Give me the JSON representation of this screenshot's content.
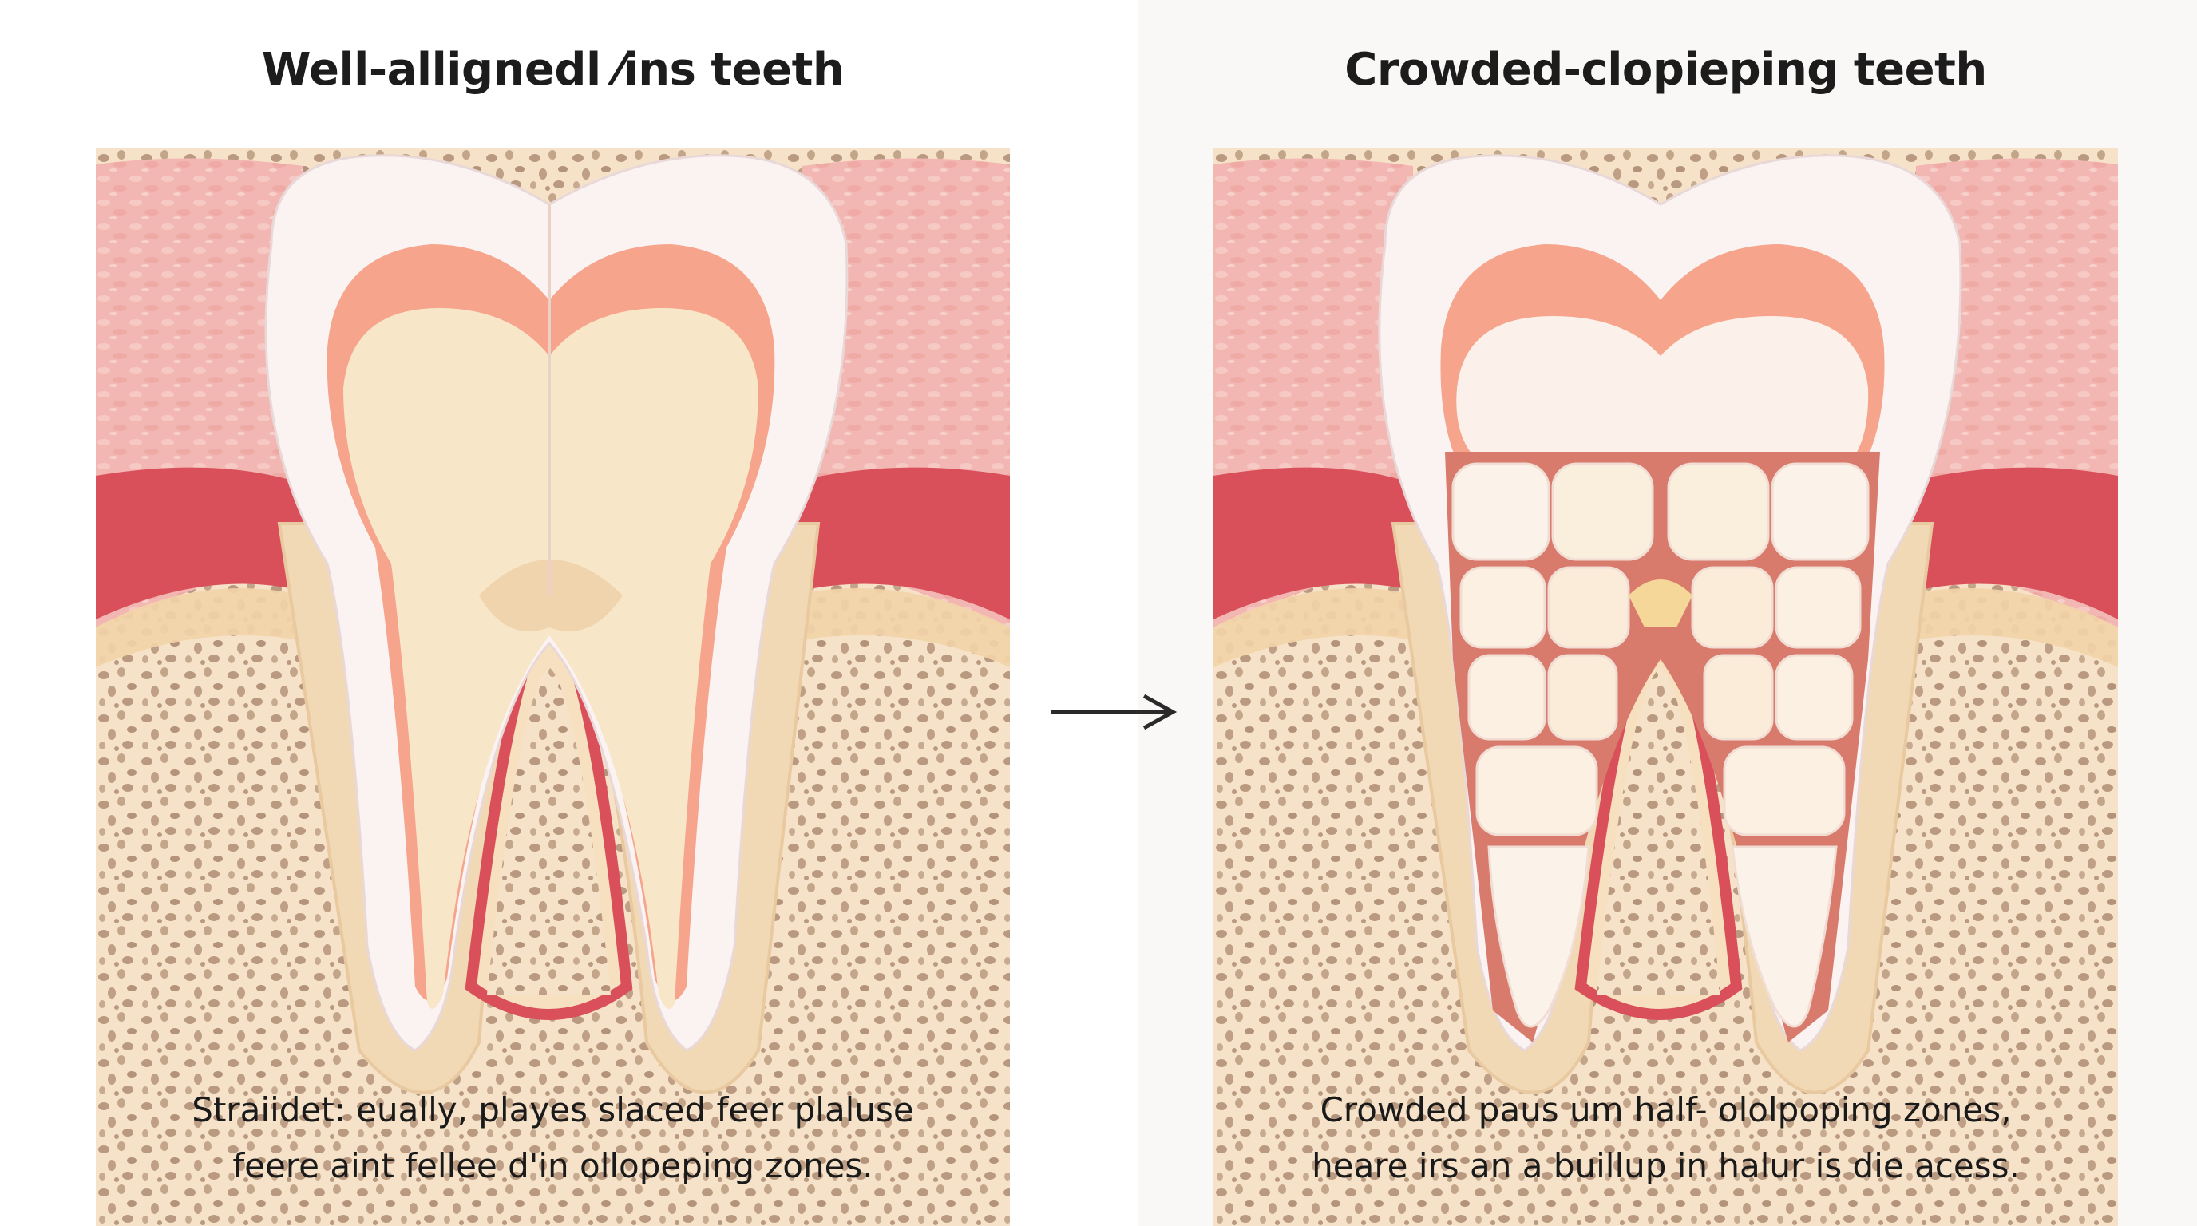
{
  "left": {
    "title": "Well-allignedl ⁄ins teeth",
    "caption_line1": "Straiidet: eually, playes slaced feer plaluse",
    "caption_line2": "feere aint fellee d'in ollopeping zones."
  },
  "right": {
    "title": "Crowded-clopieping teeth",
    "caption_line1": "Crowded paus um half- ololpoping zones,",
    "caption_line2": "heare irs an a buillup in halur is die acess."
  },
  "icons": {
    "transition": "right-arrow-icon"
  },
  "colors": {
    "gum_pink": "#f2b3b0",
    "gum_red": "#d9505a",
    "bone": "#f6e2c8",
    "bone_spots": "#b99a80",
    "enamel": "#fbf3f2",
    "dentin": "#f8e6c8",
    "pulp_pink": "#f4a089",
    "arrow": "#2a2a2a"
  }
}
